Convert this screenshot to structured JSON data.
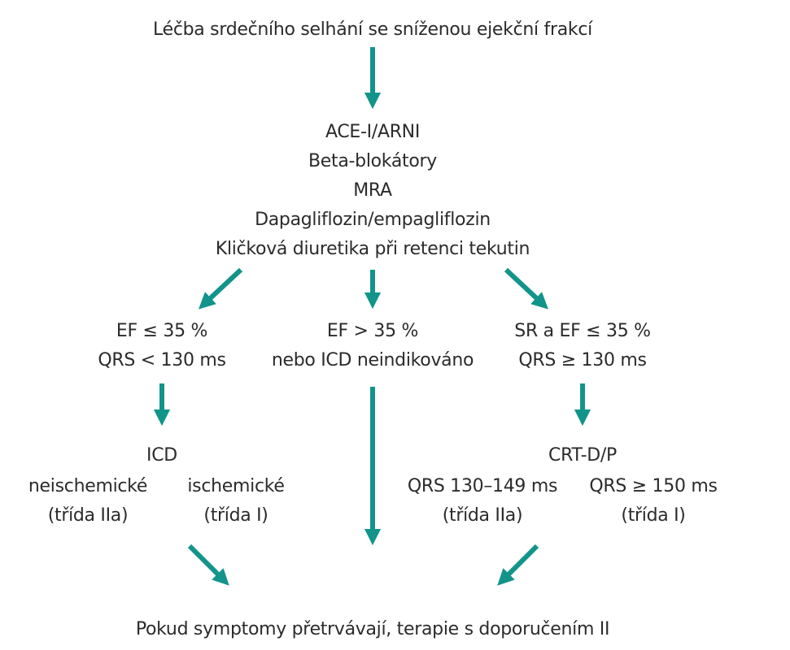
{
  "title": "Léčba srdečního selhání se sníženou ejekční frakcí",
  "therapy": [
    "ACE-I/ARNI",
    "Beta-blokátory",
    "MRA",
    "Dapagliflozin/empagliflozin",
    "Kličková diuretika při retenci tekutin"
  ],
  "branches": {
    "left": {
      "line1": "EF ≤ 35 %",
      "line2": "QRS < 130 ms"
    },
    "middle": {
      "line1": "EF > 35 %",
      "line2": "nebo ICD neindikováno"
    },
    "right": {
      "line1": "SR a EF ≤ 35 %",
      "line2": "QRS ≥ 130 ms"
    }
  },
  "icd": {
    "heading": "ICD",
    "nonischemic": {
      "label": "neischemické",
      "class": "(třída IIa)"
    },
    "ischemic": {
      "label": "ischemické",
      "class": "(třída I)"
    }
  },
  "crt": {
    "heading": "CRT-D/P",
    "narrow": {
      "label": "QRS 130–149 ms",
      "class": "(třída IIa)"
    },
    "wide": {
      "label": "QRS ≥ 150 ms",
      "class": "(třída I)"
    }
  },
  "footer": "Pokud symptomy přetrvávají, terapie s doporučením II",
  "colors": {
    "arrow": "#13948a",
    "text": "#2b2b2b"
  }
}
